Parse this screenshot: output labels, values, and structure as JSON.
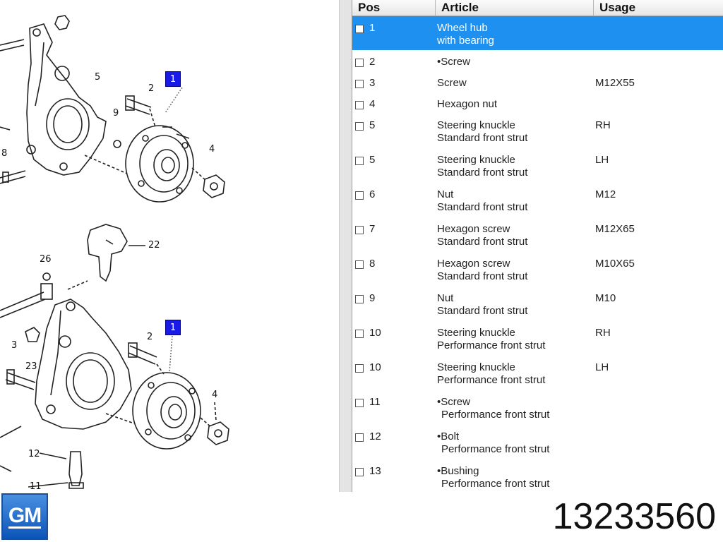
{
  "table": {
    "headers": {
      "pos": "Pos",
      "article": "Article",
      "usage": "Usage"
    },
    "rows": [
      {
        "pos": "1",
        "article": "Wheel hub",
        "article2": "with bearing",
        "usage": "",
        "selected": true
      },
      {
        "pos": "2",
        "article": "•Screw",
        "article2": "",
        "usage": ""
      },
      {
        "pos": "3",
        "article": "Screw",
        "article2": "",
        "usage": "M12X55"
      },
      {
        "pos": "4",
        "article": "Hexagon nut",
        "article2": "",
        "usage": ""
      },
      {
        "pos": "5",
        "article": "Steering knuckle",
        "article2": "Standard front strut",
        "usage": "RH"
      },
      {
        "pos": "5",
        "article": "Steering knuckle",
        "article2": "Standard front strut",
        "usage": "LH"
      },
      {
        "pos": "6",
        "article": "Nut",
        "article2": "Standard front strut",
        "usage": "M12"
      },
      {
        "pos": "7",
        "article": "Hexagon screw",
        "article2": "Standard front strut",
        "usage": "M12X65"
      },
      {
        "pos": "8",
        "article": "Hexagon screw",
        "article2": "Standard front strut",
        "usage": "M10X65"
      },
      {
        "pos": "9",
        "article": "Nut",
        "article2": "Standard front strut",
        "usage": "M10"
      },
      {
        "pos": "10",
        "article": "Steering knuckle",
        "article2": "Performance front strut",
        "usage": "RH"
      },
      {
        "pos": "10",
        "article": "Steering knuckle",
        "article2": "Performance front strut",
        "usage": "LH"
      },
      {
        "pos": "11",
        "article": "•Screw",
        "article2": " Performance front strut",
        "usage": ""
      },
      {
        "pos": "12",
        "article": "•Bolt",
        "article2": " Performance front strut",
        "usage": ""
      },
      {
        "pos": "13",
        "article": "•Bushing",
        "article2": " Performance front strut",
        "usage": ""
      }
    ]
  },
  "diagram": {
    "top_callouts": [
      "5",
      "2",
      "9",
      "4",
      "8"
    ],
    "bottom_callouts": [
      "22",
      "26",
      "3",
      "2",
      "23",
      "4",
      "12",
      "11"
    ],
    "marker_top": "1",
    "marker_bottom": "1"
  },
  "logo": "GM",
  "part_number": "13233560",
  "colors": {
    "selected_row": "#1e90f0",
    "marker": "#1a1ae6",
    "logo": "#0b55b8"
  }
}
